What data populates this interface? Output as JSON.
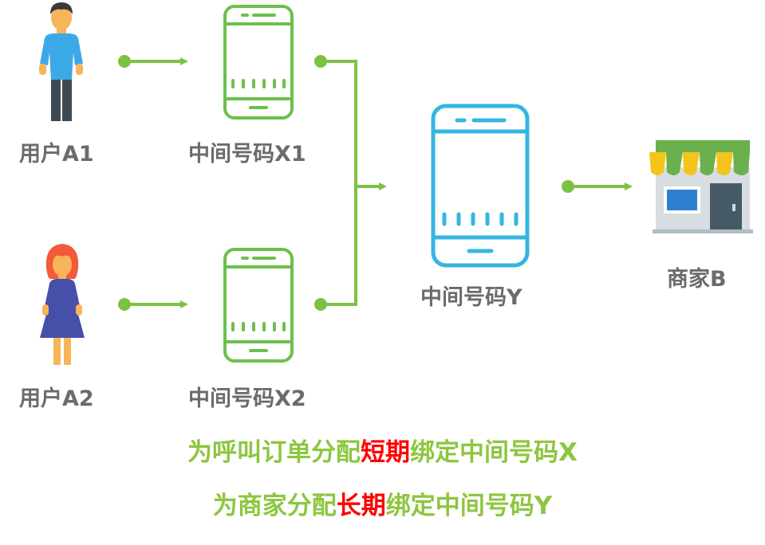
{
  "nodes": {
    "user_a1": "用户A1",
    "user_a2": "用户A2",
    "phone_x1": "中间号码X1",
    "phone_x2": "中间号码X2",
    "phone_y": "中间号码Y",
    "merchant_b": "商家B"
  },
  "captions": {
    "line1": {
      "before": "为呼叫订单分配",
      "highlight": "短期",
      "after": "绑定中间号码X"
    },
    "line2": {
      "before": "为商家分配",
      "highlight": "长期",
      "after": "绑定中间号码Y"
    }
  },
  "colors": {
    "arrow": "#7cc242",
    "phone_x": "#6cc04a",
    "phone_y": "#33b6e0",
    "label": "#6b6b6b",
    "caption": "#8dc63f",
    "highlight": "#ff0000"
  }
}
